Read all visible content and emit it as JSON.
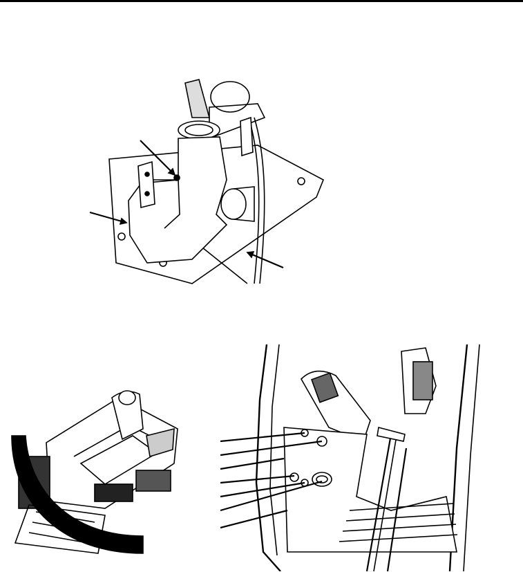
{
  "page": {
    "header_rule": true,
    "background": "#ffffff",
    "ink": "#000000"
  },
  "figures": [
    {
      "id": "fig-duct",
      "subject": "air-duct-assembly-illustration",
      "leader_arrows": 3
    },
    {
      "id": "fig-seat",
      "subject": "operator-seat-tilt-illustration",
      "leader_arrows": 0
    },
    {
      "id": "fig-cab",
      "subject": "cab-floor-components-illustration",
      "leader_arrows": 7
    }
  ]
}
